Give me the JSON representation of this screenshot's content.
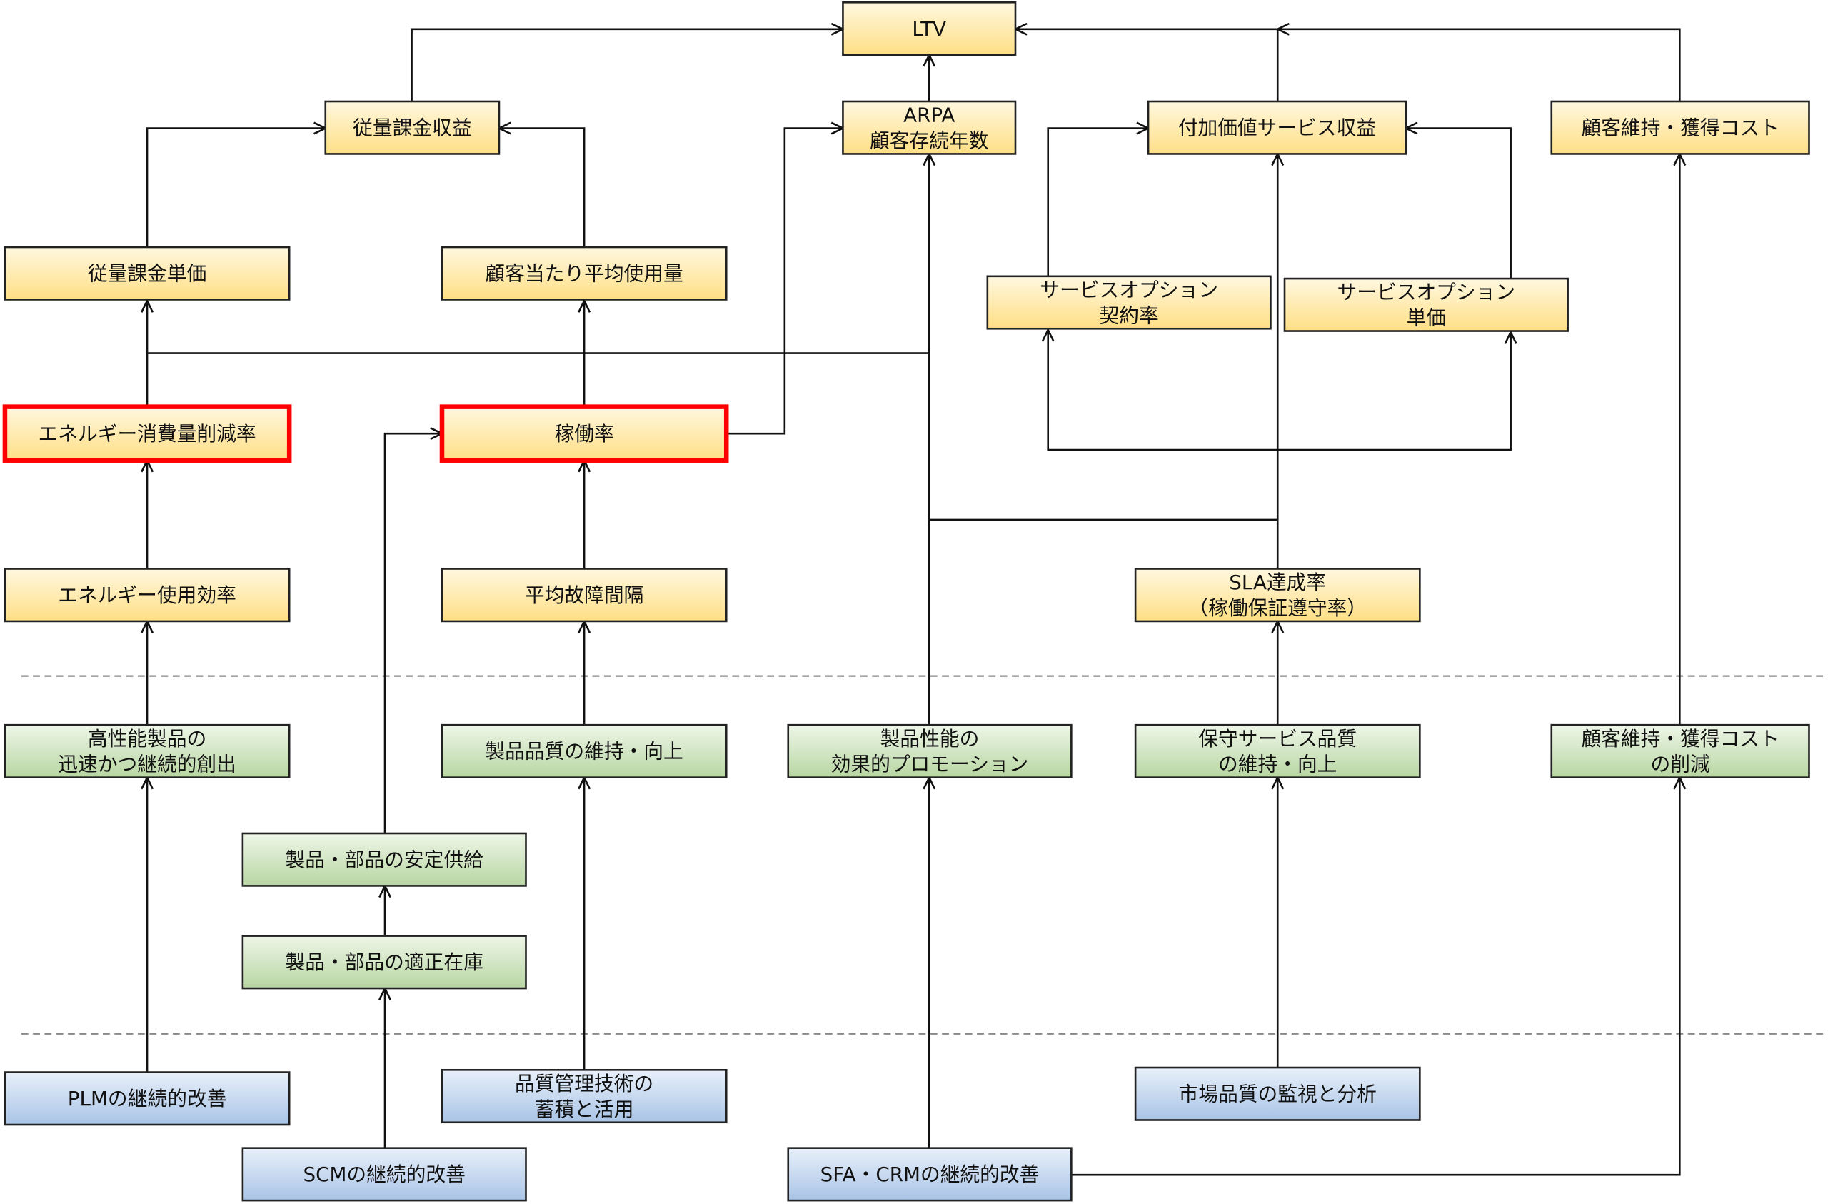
{
  "diagram": {
    "nodes": {
      "ltv": {
        "lines": [
          "LTV"
        ],
        "kind": "kpi"
      },
      "usage_revenue": {
        "lines": [
          "従量課金収益"
        ],
        "kind": "kpi"
      },
      "arpa": {
        "lines": [
          "ARPA",
          "顧客存続年数"
        ],
        "kind": "kpi"
      },
      "value_added_revenue": {
        "lines": [
          "付加価値サービス収益"
        ],
        "kind": "kpi"
      },
      "retention_cost": {
        "lines": [
          "顧客維持・獲得コスト"
        ],
        "kind": "kpi"
      },
      "usage_unit_price": {
        "lines": [
          "従量課金単価"
        ],
        "kind": "kpi"
      },
      "avg_usage": {
        "lines": [
          "顧客当たり平均使用量"
        ],
        "kind": "kpi"
      },
      "option_contract_rate": {
        "lines": [
          "サービスオプション",
          "契約率"
        ],
        "kind": "kpi"
      },
      "option_unit_price": {
        "lines": [
          "サービスオプション",
          "単価"
        ],
        "kind": "kpi"
      },
      "energy_reduction": {
        "lines": [
          "エネルギー消費量削減率"
        ],
        "kind": "kpi",
        "highlight": true
      },
      "uptime": {
        "lines": [
          "稼働率"
        ],
        "kind": "kpi",
        "highlight": true
      },
      "energy_efficiency": {
        "lines": [
          "エネルギー使用効率"
        ],
        "kind": "kpi"
      },
      "mtbf": {
        "lines": [
          "平均故障間隔"
        ],
        "kind": "kpi"
      },
      "sla": {
        "lines": [
          "SLA達成率",
          "（稼働保証遵守率）"
        ],
        "kind": "kpi"
      },
      "high_perf_products": {
        "lines": [
          "高性能製品の",
          "迅速かつ継続的創出"
        ],
        "kind": "process"
      },
      "quality_maintain": {
        "lines": [
          "製品品質の維持・向上"
        ],
        "kind": "process"
      },
      "promotion": {
        "lines": [
          "製品性能の",
          "効果的プロモーション"
        ],
        "kind": "process"
      },
      "maintenance_quality": {
        "lines": [
          "保守サービス品質",
          "の維持・向上"
        ],
        "kind": "process"
      },
      "cost_reduction": {
        "lines": [
          "顧客維持・獲得コスト",
          "の削減"
        ],
        "kind": "process"
      },
      "stable_supply": {
        "lines": [
          "製品・部品の安定供給"
        ],
        "kind": "process"
      },
      "proper_inventory": {
        "lines": [
          "製品・部品の適正在庫"
        ],
        "kind": "process"
      },
      "plm": {
        "lines": [
          "PLMの継続的改善"
        ],
        "kind": "it"
      },
      "qc_tech": {
        "lines": [
          "品質管理技術の",
          "蓄積と活用"
        ],
        "kind": "it"
      },
      "market_quality": {
        "lines": [
          "市場品質の監視と分析"
        ],
        "kind": "it"
      },
      "scm": {
        "lines": [
          "SCMの継続的改善"
        ],
        "kind": "it"
      },
      "sfa_crm": {
        "lines": [
          "SFA・CRMの継続的改善"
        ],
        "kind": "it"
      }
    },
    "colors": {
      "kpi_top": "#fff8e0",
      "kpi_bottom": "#ffdf85",
      "process_top": "#eef6e8",
      "process_bottom": "#b8d6a2",
      "it_top": "#e8f0fa",
      "it_bottom": "#a9c4e6",
      "highlight": "#ff0000",
      "border": "#222222"
    }
  }
}
